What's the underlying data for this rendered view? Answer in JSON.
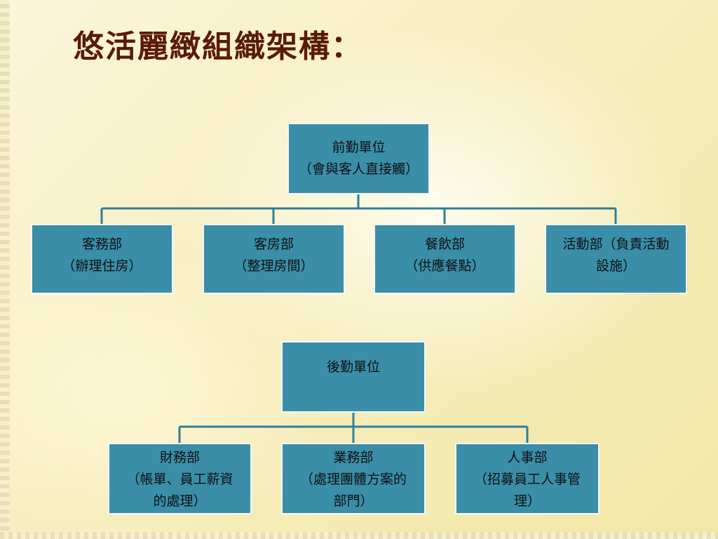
{
  "slide": {
    "title": "悠活麗緻組織架構："
  },
  "front_office": {
    "root": {
      "lines": [
        "前勤單位",
        "（會與客人直接觸）"
      ]
    },
    "departments": [
      {
        "lines": [
          "客務部",
          "（辦理住房）"
        ]
      },
      {
        "lines": [
          "客房部",
          "（整理房間）"
        ]
      },
      {
        "lines": [
          "餐飲部",
          "（供應餐點）"
        ]
      },
      {
        "lines": [
          "活動部（負責活動",
          "設施）"
        ]
      }
    ]
  },
  "back_office": {
    "root": {
      "lines": [
        "後勤單位"
      ]
    },
    "departments": [
      {
        "lines": [
          "財務部",
          "（帳單、員工薪資",
          "的處理）"
        ]
      },
      {
        "lines": [
          "業務部",
          "（處理團體方案的",
          "部門）"
        ]
      },
      {
        "lines": [
          "人事部",
          "（招募員工人事管",
          "理）"
        ]
      }
    ]
  },
  "colors": {
    "box_fill": "#3a8ea8",
    "connector": "#2e7f98",
    "title": "#5a1a05"
  }
}
